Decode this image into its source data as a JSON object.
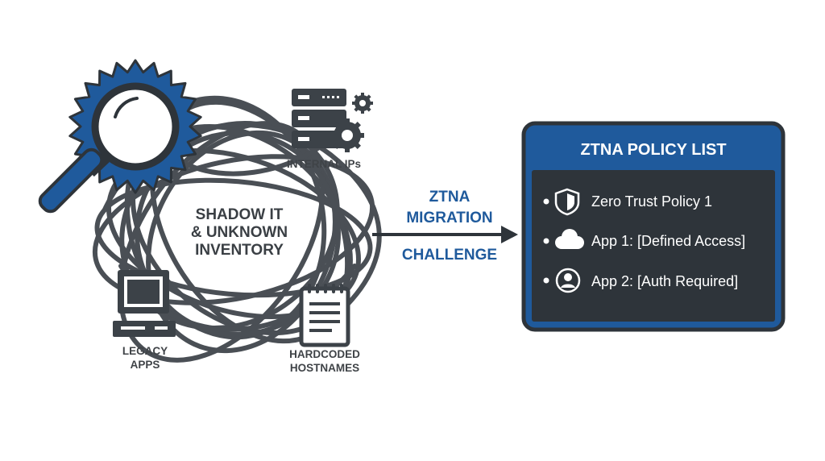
{
  "diagram": {
    "center_label": [
      "SHADOW IT",
      "& UNKNOWN",
      "INVENTORY"
    ],
    "nodes": {
      "internal_ips": "INTERNAL IPs",
      "legacy_apps": [
        "LEGACY",
        "APPS"
      ],
      "hardcoded_hostnames": [
        "HARDCODED",
        "HOSTNAMES"
      ]
    },
    "arrow_label": [
      "ZTNA",
      "MIGRATION",
      "CHALLENGE"
    ],
    "panel": {
      "title": "ZTNA POLICY LIST",
      "items": [
        {
          "icon": "shield-icon",
          "label": "Zero Trust Policy 1"
        },
        {
          "icon": "cloud-icon",
          "label": "App 1: [Defined Access]"
        },
        {
          "icon": "user-icon",
          "label": "App 2: [Auth Required]"
        }
      ]
    },
    "colors": {
      "accent_blue": "#1f5a9c",
      "dark_gray": "#3c4248",
      "panel_bg": "#2e343a",
      "tangle_gray": "#4a4f55"
    }
  }
}
